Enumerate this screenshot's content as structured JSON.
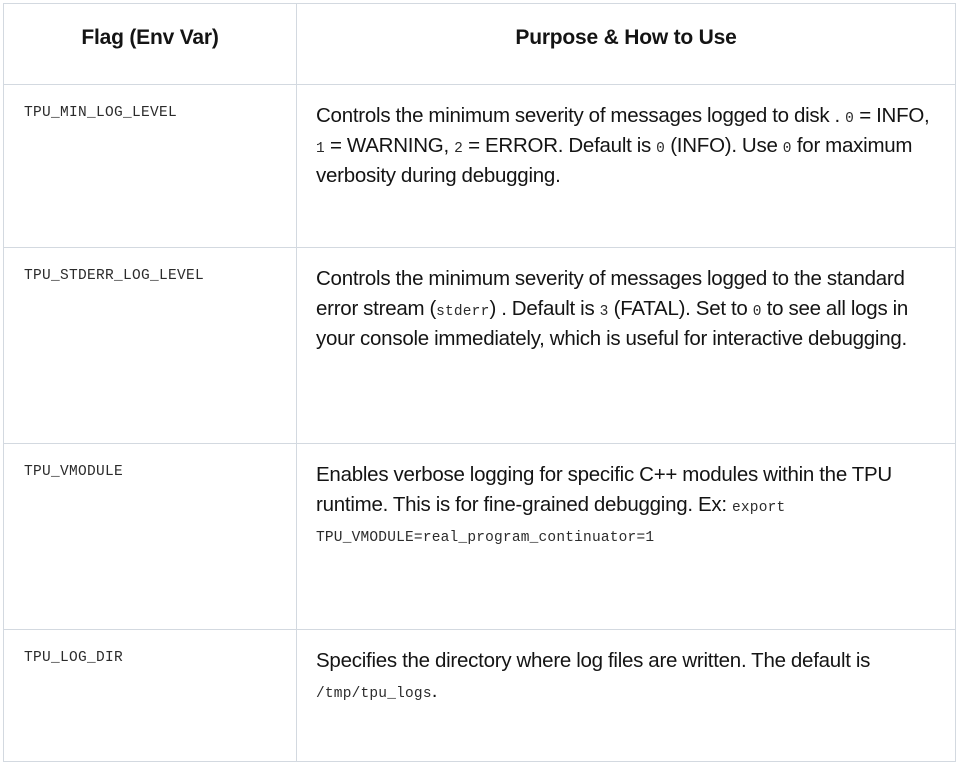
{
  "document": {
    "type": "reference-table",
    "title": "TPU logging environment variable flags"
  },
  "colors": {
    "border": "#d3d9e0",
    "text": "#141414",
    "code_text": "#2b2b2b",
    "background": "#ffffff"
  },
  "table": {
    "headers": {
      "flag": "Flag (Env Var)",
      "purpose": "Purpose & How to Use"
    },
    "rows": [
      {
        "flag": "TPU_MIN_LOG_LEVEL",
        "purpose_parts": [
          {
            "type": "text",
            "value": "Controls the minimum severity of messages logged to disk . "
          },
          {
            "type": "code",
            "value": "0"
          },
          {
            "type": "text",
            "value": " = INFO, "
          },
          {
            "type": "code",
            "value": "1"
          },
          {
            "type": "text",
            "value": " = WARNING, "
          },
          {
            "type": "code",
            "value": "2"
          },
          {
            "type": "text",
            "value": " = ERROR. Default is "
          },
          {
            "type": "code",
            "value": "0"
          },
          {
            "type": "text",
            "value": " (INFO). Use "
          },
          {
            "type": "code",
            "value": "0"
          },
          {
            "type": "text",
            "value": " for maximum verbosity during debugging."
          }
        ],
        "purpose_plain": "Controls the minimum severity of messages logged to disk . 0 = INFO, 1 = WARNING, 2 = ERROR. Default is 0 (INFO). Use 0 for maximum verbosity during debugging."
      },
      {
        "flag": "TPU_STDERR_LOG_LEVEL",
        "purpose_parts": [
          {
            "type": "text",
            "value": "Controls the minimum severity of messages logged to the standard error stream ("
          },
          {
            "type": "code",
            "value": "stderr"
          },
          {
            "type": "text",
            "value": ") . Default is "
          },
          {
            "type": "code",
            "value": "3"
          },
          {
            "type": "text",
            "value": " (FATAL). Set to "
          },
          {
            "type": "code",
            "value": "0"
          },
          {
            "type": "text",
            "value": " to see all logs in your console immediately, which is useful for interactive debugging."
          }
        ],
        "purpose_plain": "Controls the minimum severity of messages logged to the standard error stream (stderr) . Default is 3 (FATAL). Set to 0 to see all logs in your console immediately, which is useful for interactive debugging."
      },
      {
        "flag": "TPU_VMODULE",
        "purpose_parts": [
          {
            "type": "text",
            "value": "Enables verbose logging for specific C++ modules within the TPU runtime. This is for fine-grained debugging. Ex: "
          },
          {
            "type": "code",
            "value": "export TPU_VMODULE=real_program_continuator=1"
          }
        ],
        "purpose_plain": "Enables verbose logging for specific C++ modules within the TPU runtime. This is for fine-grained debugging. Ex: export TPU_VMODULE=real_program_continuator=1"
      },
      {
        "flag": "TPU_LOG_DIR",
        "purpose_parts": [
          {
            "type": "text",
            "value": "Specifies the directory where log files are written. The default is "
          },
          {
            "type": "code",
            "value": "/tmp/tpu_logs"
          },
          {
            "type": "text",
            "value": "."
          }
        ],
        "purpose_plain": "Specifies the directory where log files are written. The default is /tmp/tpu_logs."
      }
    ]
  }
}
